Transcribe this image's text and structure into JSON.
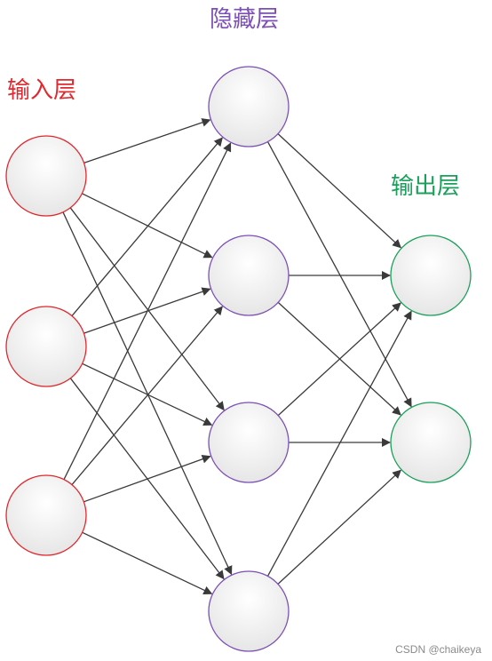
{
  "layers": [
    {
      "id": "input",
      "label": "输入层",
      "color": "#e0282e",
      "nodes": 3
    },
    {
      "id": "hidden",
      "label": "隐藏层",
      "color": "#7c4fb5",
      "nodes": 4
    },
    {
      "id": "output",
      "label": "输出层",
      "color": "#1aa05a",
      "nodes": 2
    }
  ],
  "edge_color": "#3a3a3a",
  "node_fill_top": "#ffffff",
  "node_fill_bottom": "#e4e4e4",
  "connections": "fully-connected",
  "watermark": "CSDN @chaikeya"
}
